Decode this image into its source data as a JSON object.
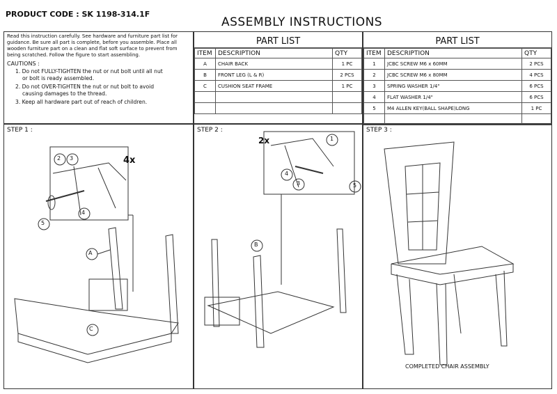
{
  "header": {
    "product_code": "PRODUCT CODE : SK 1198-314.1F",
    "title": "ASSEMBLY INSTRUCTIONS"
  },
  "intro": {
    "text": "Read this instruction carefully. See hardware and furniture part list for guidance. Be sure all part is complete, before you assemble. Place all wooden furniture part on a clean and flat soft surface to prevent from being scratched. Follow the figure to start assembling.",
    "cautions_label": "CAUTIONS :",
    "cautions": [
      {
        "n": "1.",
        "text": "Do not FULLY-TIGHTEN the nut or nut bolt until all nut",
        "cont": "or    bolt is ready assembled."
      },
      {
        "n": "2.",
        "text": "Do not OVER-TIGHTEN the nut or nut bolt to avoid",
        "cont": "causing damages to the thread."
      },
      {
        "n": "3.",
        "text": "Keep all hardware part out of reach of children.",
        "cont": ""
      }
    ]
  },
  "parts_wood": {
    "title": "PART LIST",
    "headers": [
      "ITEM",
      "DESCRIPTION",
      "QTY"
    ],
    "rows": [
      [
        "A",
        "CHAIR BACK",
        "1 PC"
      ],
      [
        "B",
        "FRONT LEG (L & R)",
        "2 PCS"
      ],
      [
        "C",
        "CUSHION SEAT FRAME",
        "1 PC"
      ]
    ]
  },
  "parts_hw": {
    "title": "PART LIST",
    "headers": [
      "ITEM",
      "DESCRIPTION",
      "QTY"
    ],
    "rows": [
      [
        "1",
        "JCBC SCREW M6 x 60MM",
        "2 PCS"
      ],
      [
        "2",
        "JCBC SCREW M6 x 80MM",
        "4 PCS"
      ],
      [
        "3",
        "SPRING WASHER 1/4\"",
        "6 PCS"
      ],
      [
        "4",
        "FLAT WASHER 1/4\"",
        "6 PCS"
      ],
      [
        "5",
        "M4 ALLEN KEY(BALL SHAPE)LONG",
        "1 PC"
      ]
    ]
  },
  "steps": [
    {
      "label": "STEP 1 :",
      "mult": "4x",
      "callouts": [
        "2",
        "3",
        "4",
        "5",
        "A",
        "C"
      ]
    },
    {
      "label": "STEP 2 :",
      "mult": "2x",
      "callouts": [
        "1",
        "4",
        "3",
        "5",
        "B"
      ]
    },
    {
      "label": "STEP 3 :",
      "caption": "COMPLETED CHAIR ASSEMBLY"
    }
  ]
}
